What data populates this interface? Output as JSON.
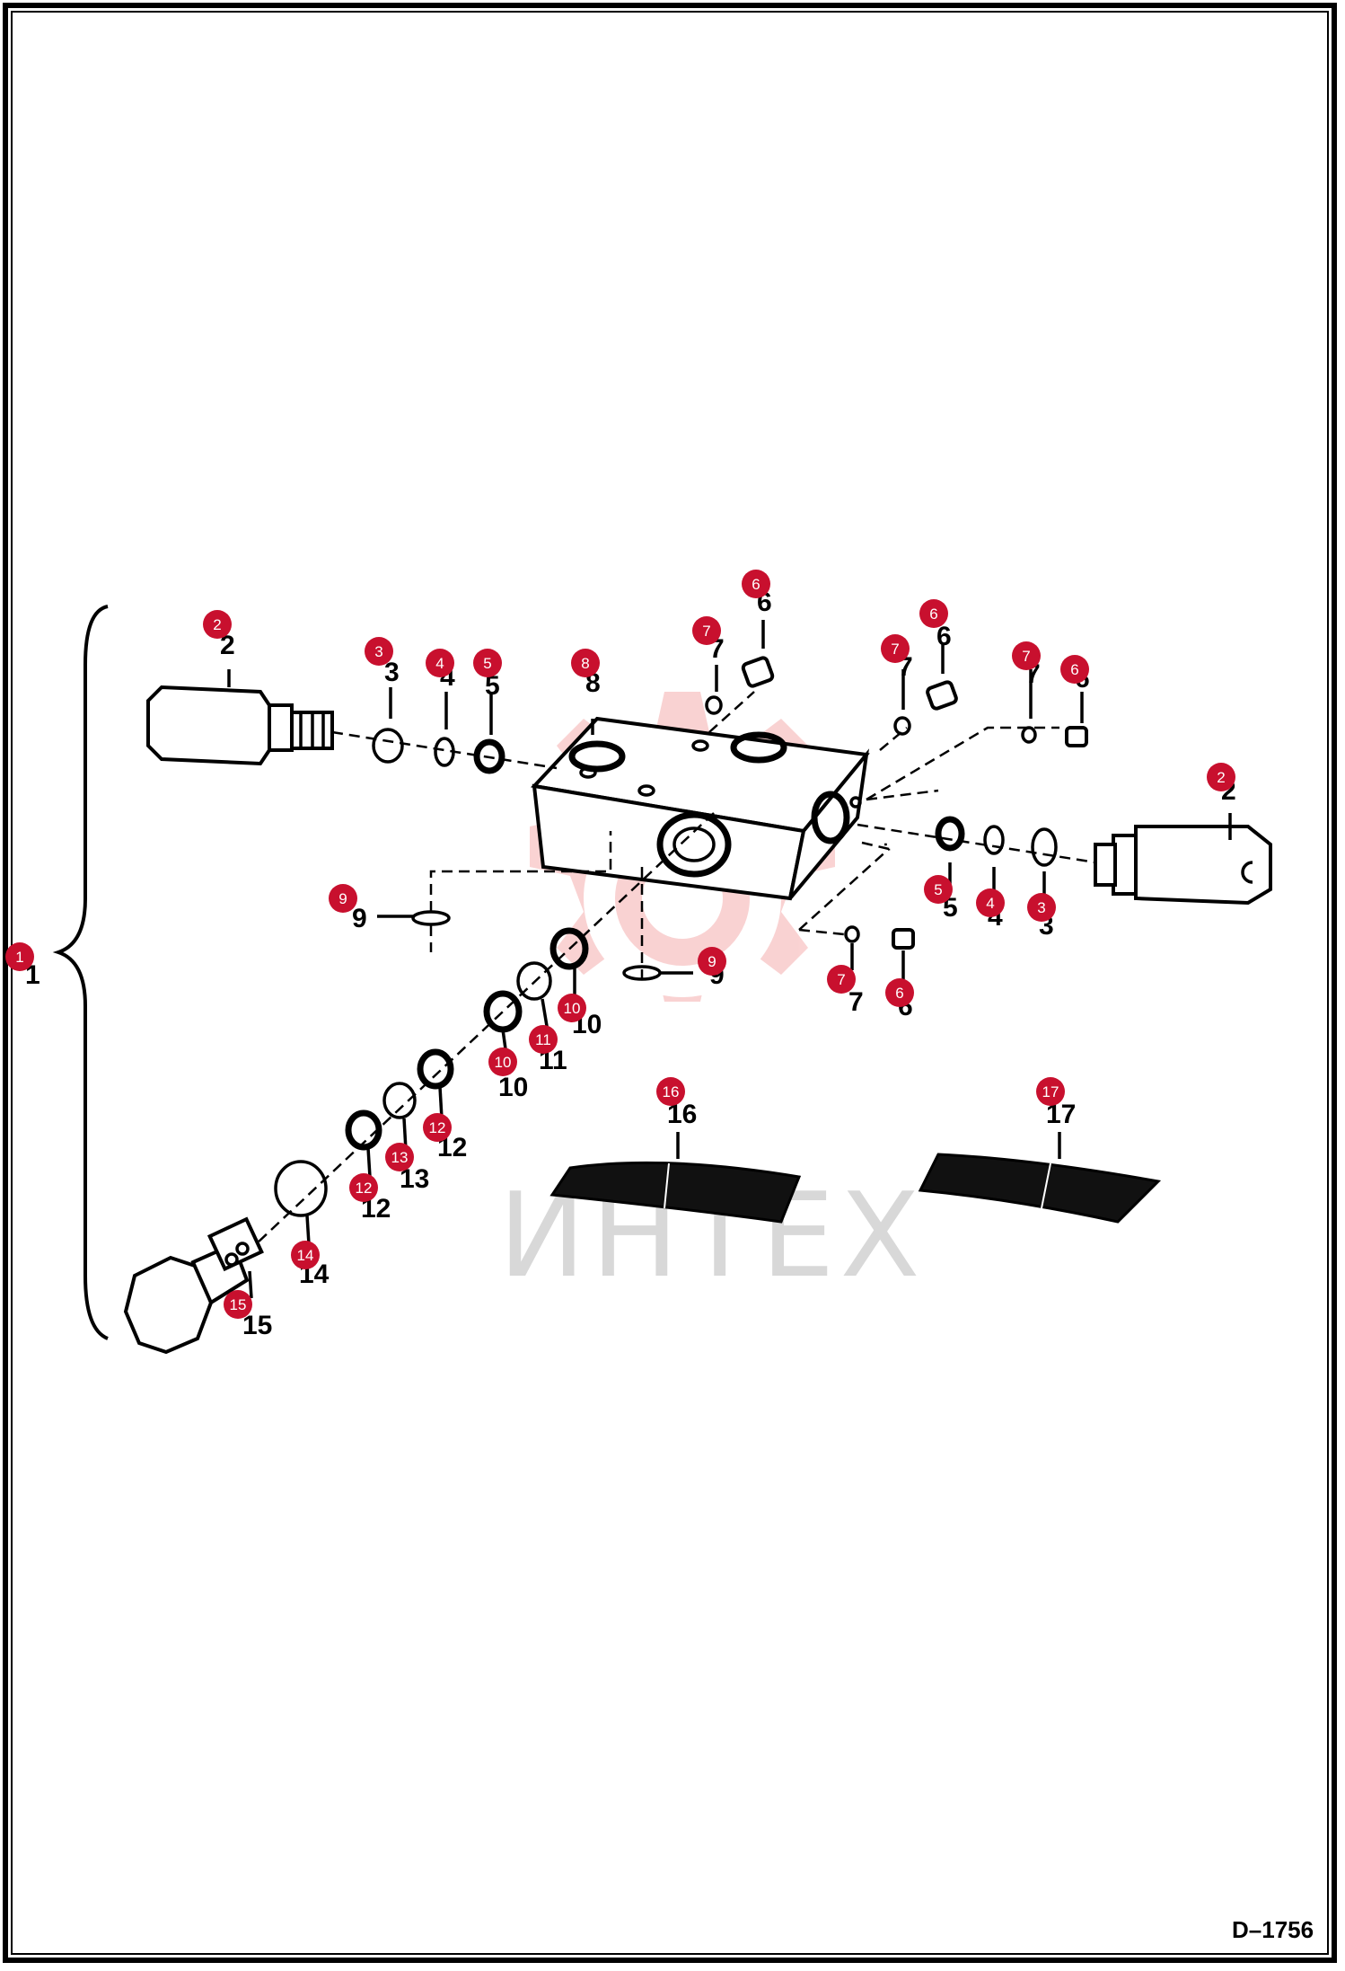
{
  "drawing": {
    "code": "D–1756",
    "watermark": "ИНТЕХ"
  },
  "callouts": [
    {
      "n": "1",
      "label": "1"
    },
    {
      "n": "2",
      "label": "2"
    },
    {
      "n": "2",
      "label": "2"
    },
    {
      "n": "3",
      "label": "3"
    },
    {
      "n": "3",
      "label": "3"
    },
    {
      "n": "4",
      "label": "4"
    },
    {
      "n": "4",
      "label": "4"
    },
    {
      "n": "5",
      "label": "5"
    },
    {
      "n": "5",
      "label": "5"
    },
    {
      "n": "6",
      "label": "6"
    },
    {
      "n": "6",
      "label": "6"
    },
    {
      "n": "6",
      "label": "6"
    },
    {
      "n": "6",
      "label": "6"
    },
    {
      "n": "7",
      "label": "7"
    },
    {
      "n": "7",
      "label": "7"
    },
    {
      "n": "7",
      "label": "7"
    },
    {
      "n": "7",
      "label": "7"
    },
    {
      "n": "8",
      "label": "8"
    },
    {
      "n": "9",
      "label": "9"
    },
    {
      "n": "9",
      "label": "9"
    },
    {
      "n": "10",
      "label": "10"
    },
    {
      "n": "10",
      "label": "10"
    },
    {
      "n": "11",
      "label": "11"
    },
    {
      "n": "12",
      "label": "12"
    },
    {
      "n": "12",
      "label": "12"
    },
    {
      "n": "13",
      "label": "13"
    },
    {
      "n": "14",
      "label": "14"
    },
    {
      "n": "15",
      "label": "15"
    },
    {
      "n": "16",
      "label": "16"
    },
    {
      "n": "17",
      "label": "17"
    }
  ],
  "colors": {
    "badge": "#c8102e",
    "watermark": "#f4b4b4"
  }
}
